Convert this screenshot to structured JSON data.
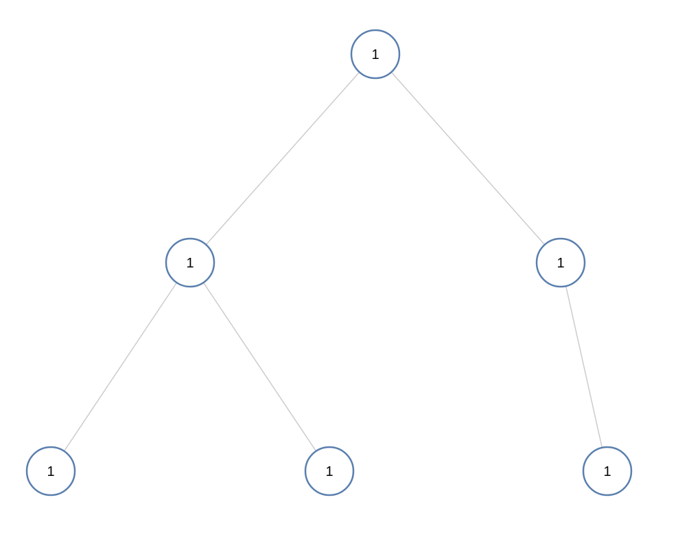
{
  "colors": {
    "background": "#ffffff",
    "node_fill": "#ffffff",
    "node_stroke": "#5a7fae",
    "edge": "#cccccc",
    "label": "#000000"
  },
  "tree": {
    "nodes": [
      {
        "id": "root",
        "label": "1"
      },
      {
        "id": "left",
        "label": "1"
      },
      {
        "id": "right",
        "label": "1"
      },
      {
        "id": "left-left",
        "label": "1"
      },
      {
        "id": "left-right",
        "label": "1"
      },
      {
        "id": "right-child",
        "label": "1"
      }
    ],
    "edges": [
      {
        "from": "root",
        "to": "left"
      },
      {
        "from": "root",
        "to": "right"
      },
      {
        "from": "left",
        "to": "left-left"
      },
      {
        "from": "left",
        "to": "left-right"
      },
      {
        "from": "right",
        "to": "right-child"
      }
    ]
  }
}
